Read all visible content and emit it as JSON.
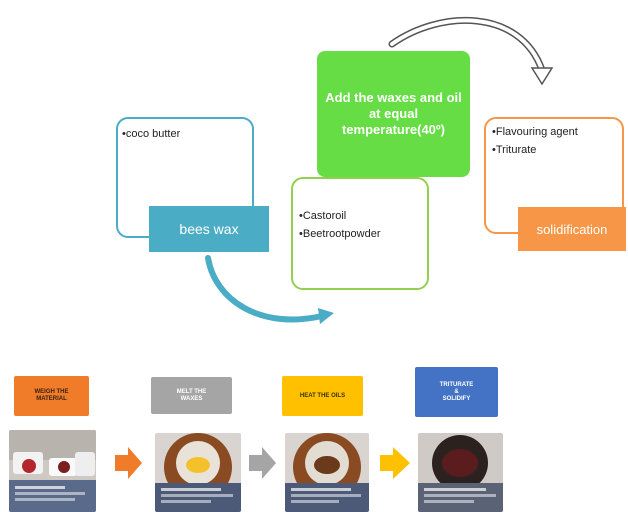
{
  "flow": {
    "wax_box": {
      "bullets": [
        "•coco butter"
      ],
      "tag": "bees wax"
    },
    "oil_box": {
      "bullets": [
        "•Castoroil",
        "•Beetrootpowder"
      ]
    },
    "main_step": "Add the waxes and oil at equal temperature(40º)",
    "final_box": {
      "bullets": [
        "•Flavouring agent",
        "•Triturate"
      ],
      "tag": "solidification"
    }
  },
  "steps": [
    {
      "label": "WEIGH THE\nMATERIAL",
      "color": "#f07c2a"
    },
    {
      "label": "MELT THE\nWAXES",
      "color": "#a5a5a5"
    },
    {
      "label": "HEAT THE OILS",
      "color": "#ffc000"
    },
    {
      "label": "TRITURATE\n&\nSOLIDIFY",
      "color": "#4472c4"
    }
  ],
  "colors": {
    "blue": "#4bacc6",
    "green": "#66dd44",
    "orange": "#f79646",
    "arrow_orange": "#f07c2a",
    "arrow_gray": "#a5a5a5",
    "arrow_yellow": "#ffc000"
  }
}
